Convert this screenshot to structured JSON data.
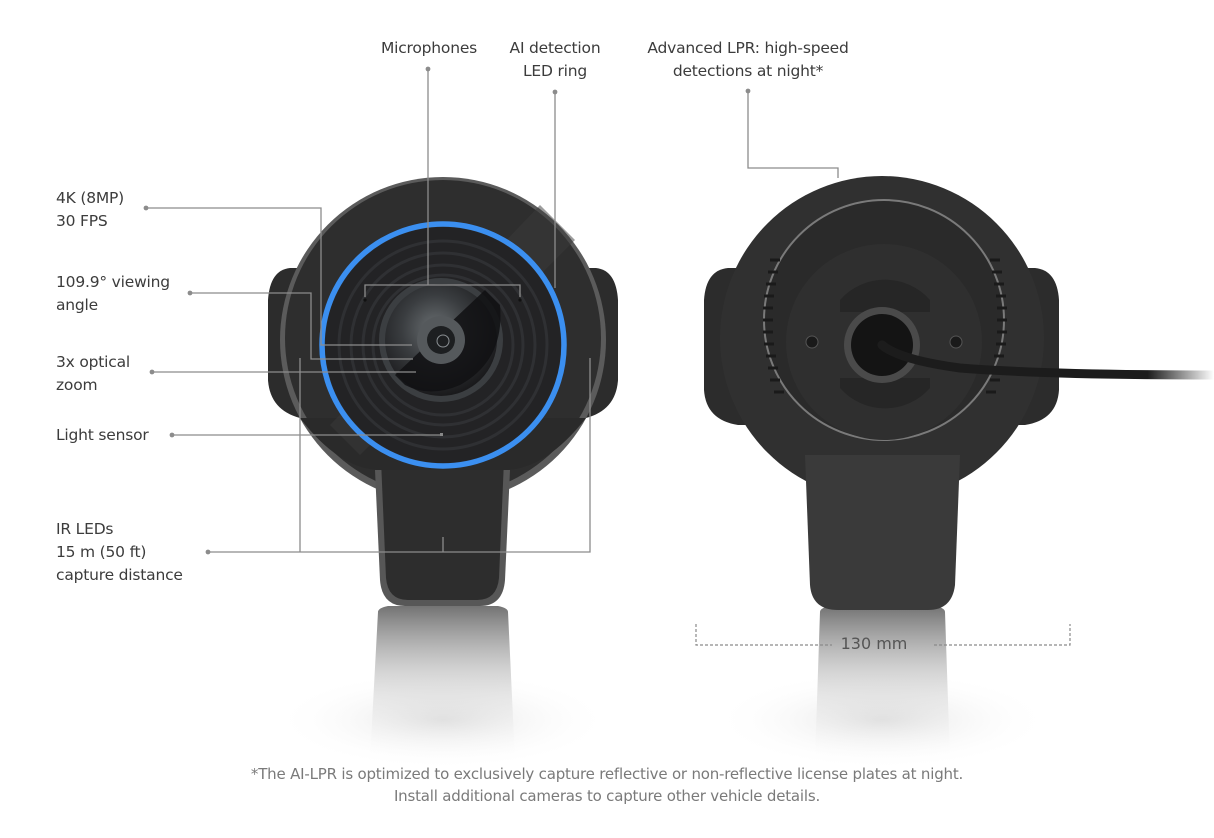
{
  "diagram": {
    "title": "AI-LPR camera feature callouts",
    "accent_color": "#3b8ff0",
    "body_color": "#2f2f2f",
    "front_view": {
      "callouts": [
        {
          "id": "microphones",
          "lines": [
            "Microphones"
          ]
        },
        {
          "id": "led_ring",
          "lines": [
            "AI detection",
            "LED ring"
          ]
        },
        {
          "id": "resolution",
          "lines": [
            "4K (8MP)",
            "30 FPS"
          ]
        },
        {
          "id": "viewing_angle",
          "lines": [
            "109.9° viewing",
            "angle"
          ]
        },
        {
          "id": "optical_zoom",
          "lines": [
            "3x optical",
            "zoom"
          ]
        },
        {
          "id": "light_sensor",
          "lines": [
            "Light sensor"
          ]
        },
        {
          "id": "ir_leds",
          "lines": [
            "IR LEDs",
            "15 m (50 ft)",
            "capture distance"
          ]
        }
      ]
    },
    "rear_view": {
      "callouts": [
        {
          "id": "advanced_lpr",
          "lines": [
            "Advanced LPR: high-speed",
            "detections at night*"
          ]
        }
      ],
      "dimension": "130 mm"
    },
    "footnote": {
      "lines": [
        "*The AI-LPR is optimized to exclusively capture reflective or non-reflective license plates at night.",
        "Install additional cameras to capture other vehicle details."
      ]
    }
  }
}
